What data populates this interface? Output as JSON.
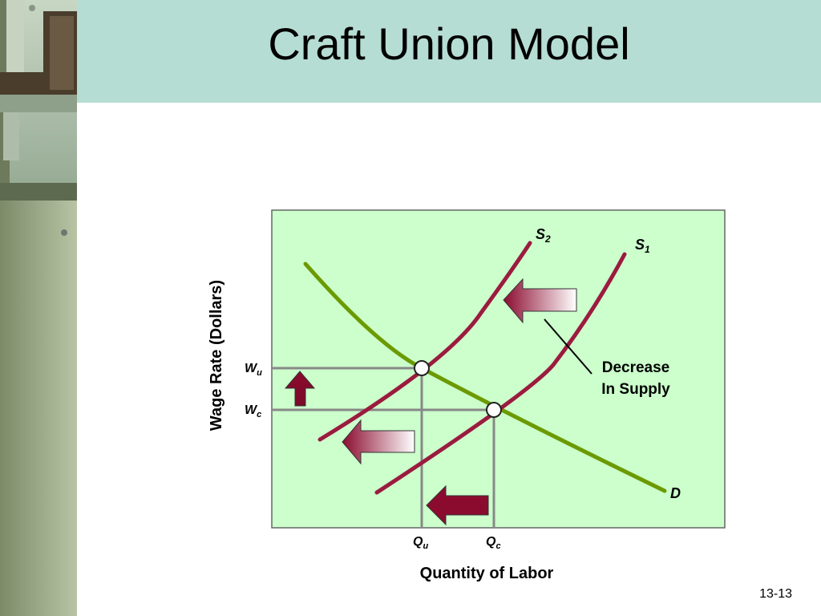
{
  "slide": {
    "title": "Craft Union Model",
    "slide_number": "13-13"
  },
  "diagram": {
    "y_axis_label": "Wage Rate (Dollars)",
    "x_axis_label": "Quantity of Labor",
    "wage_high": {
      "base": "W",
      "sub": "u"
    },
    "wage_low": {
      "base": "W",
      "sub": "c"
    },
    "qty_low": {
      "base": "Q",
      "sub": "u"
    },
    "qty_high": {
      "base": "Q",
      "sub": "c"
    },
    "supply_new": {
      "base": "S",
      "sub": "2"
    },
    "supply_old": {
      "base": "S",
      "sub": "1"
    },
    "demand": "D",
    "annotation_line1": "Decrease",
    "annotation_line2": "In Supply",
    "colors": {
      "plot_background": "#ccffcc",
      "supply_curve": "#9b1b3f",
      "demand_curve": "#6b9a00",
      "guide_lines": "#888888",
      "arrow_fill": "#8b0b2f",
      "header": "#b6ddd3"
    }
  }
}
